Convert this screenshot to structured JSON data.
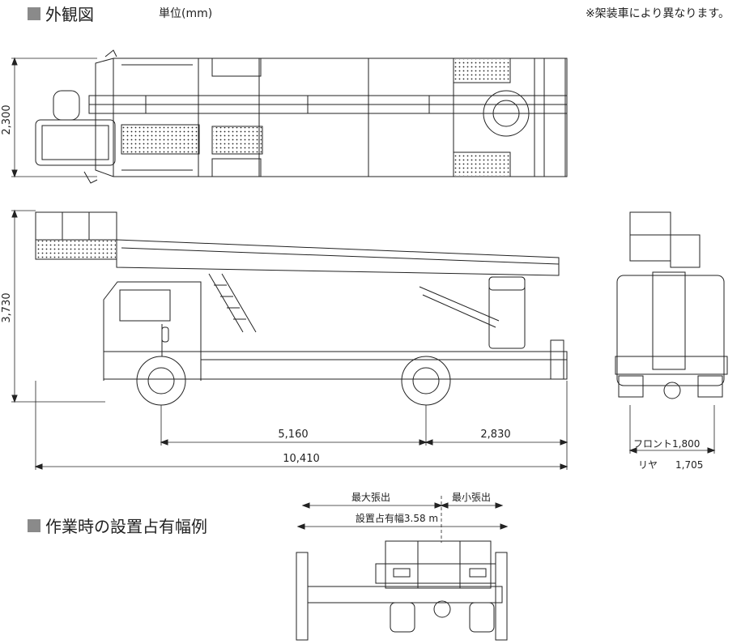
{
  "headers": {
    "exterior_title": "外観図",
    "unit_label": "単位(mm)",
    "note": "※架装車により異なります。",
    "work_title": "作業時の設置占有幅例"
  },
  "dimensions": {
    "width": "2,300",
    "height": "3,730",
    "wheelbase": "5,160",
    "rear_overhang": "2,830",
    "total_length": "10,410",
    "front_tread": "フロント1,800",
    "rear_tread_label": "リヤ",
    "rear_tread_value": "1,705"
  },
  "work_dims": {
    "max_extension": "最大張出",
    "min_extension": "最小張出",
    "occupied_width": "設置占有幅3.58 m"
  }
}
